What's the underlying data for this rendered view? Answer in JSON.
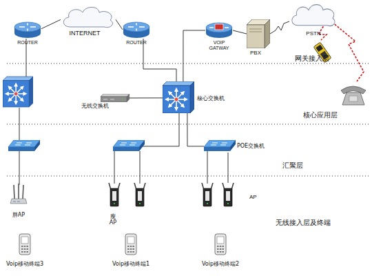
{
  "diagram": {
    "nodes": [
      {
        "text": [
          "ROUTER"
        ]
      },
      {
        "text": [
          "INTERNET"
        ]
      },
      {
        "text": [
          "ROUTER"
        ]
      },
      {
        "text": [
          "VOIP GATWAY"
        ]
      },
      {
        "text": [
          "PBX"
        ]
      },
      {
        "text": [
          "PSTN"
        ]
      },
      {
        "text": [
          "无线交换机"
        ]
      },
      {
        "text": [
          "核心交换机"
        ]
      },
      {
        "text": [
          "POE交换机"
        ]
      },
      {
        "text": [
          "胖AP"
        ]
      },
      {
        "text": [
          "瘦 AP"
        ]
      },
      {
        "text": [
          "AP"
        ]
      },
      {
        "text": [
          "Voip移动终端3"
        ]
      },
      {
        "text": [
          "Voip移动终端1"
        ]
      },
      {
        "text": [
          "Voip移动终端2"
        ]
      }
    ],
    "edges": [
      {
        "from": 0,
        "to": 1,
        "arrow": "none"
      },
      {
        "from": 1,
        "to": 2,
        "arrow": "none"
      },
      {
        "from": 3,
        "to": 4,
        "arrow": "none"
      },
      {
        "from": 4,
        "to": 5,
        "arrow": "none"
      },
      {
        "from": 2,
        "to": 7,
        "arrow": "none"
      },
      {
        "from": 7,
        "to": 3,
        "arrow": "none"
      },
      {
        "from": 6,
        "to": 7,
        "arrow": "none"
      },
      {
        "from": 7,
        "to": 8,
        "arrow": "none"
      },
      {
        "from": 8,
        "to": 11,
        "arrow": "none"
      }
    ],
    "labels": [
      "网关接入层",
      "核心应用层",
      "汇聚层",
      "无线接入层及终端"
    ]
  }
}
